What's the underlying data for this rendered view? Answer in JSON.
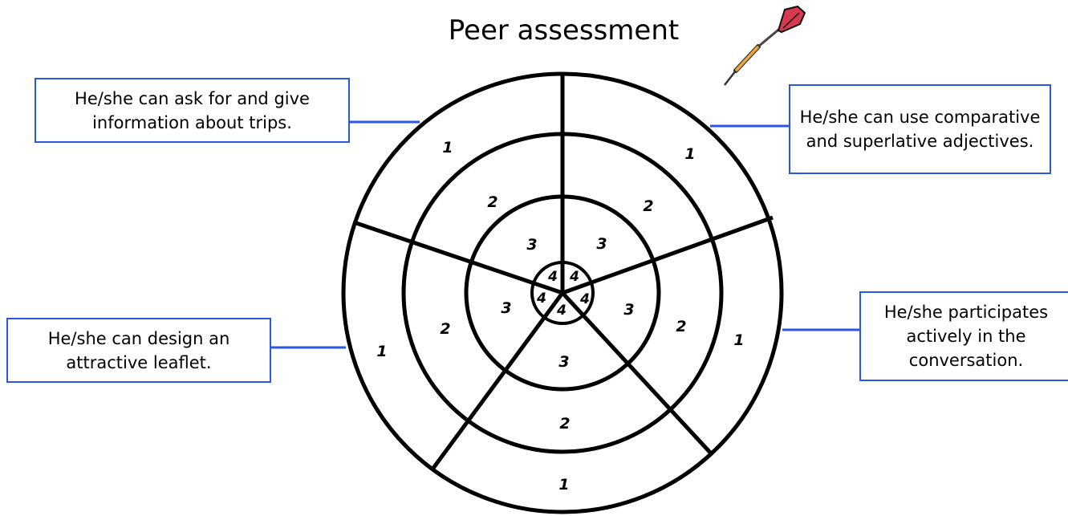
{
  "title": "Peer assessment",
  "criteria": [
    "He/she can ask for and give information about trips.",
    "He/she can use comparative and superlative adjectives.",
    "He/she participates actively in the conversation.",
    "He/she can design an attractive leaflet."
  ],
  "ring_labels": {
    "outer": [
      "1",
      "1",
      "1",
      "1",
      "1"
    ],
    "second": [
      "2",
      "2",
      "2",
      "2",
      "2"
    ],
    "third": [
      "3",
      "3",
      "3",
      "3",
      "3"
    ],
    "center": [
      "4",
      "4",
      "4",
      "4",
      "4"
    ]
  },
  "colors": {
    "connector": "#2a57e6",
    "box_border": "#2a57e6",
    "rings": "#000000"
  },
  "icons": [
    "dart-icon"
  ]
}
